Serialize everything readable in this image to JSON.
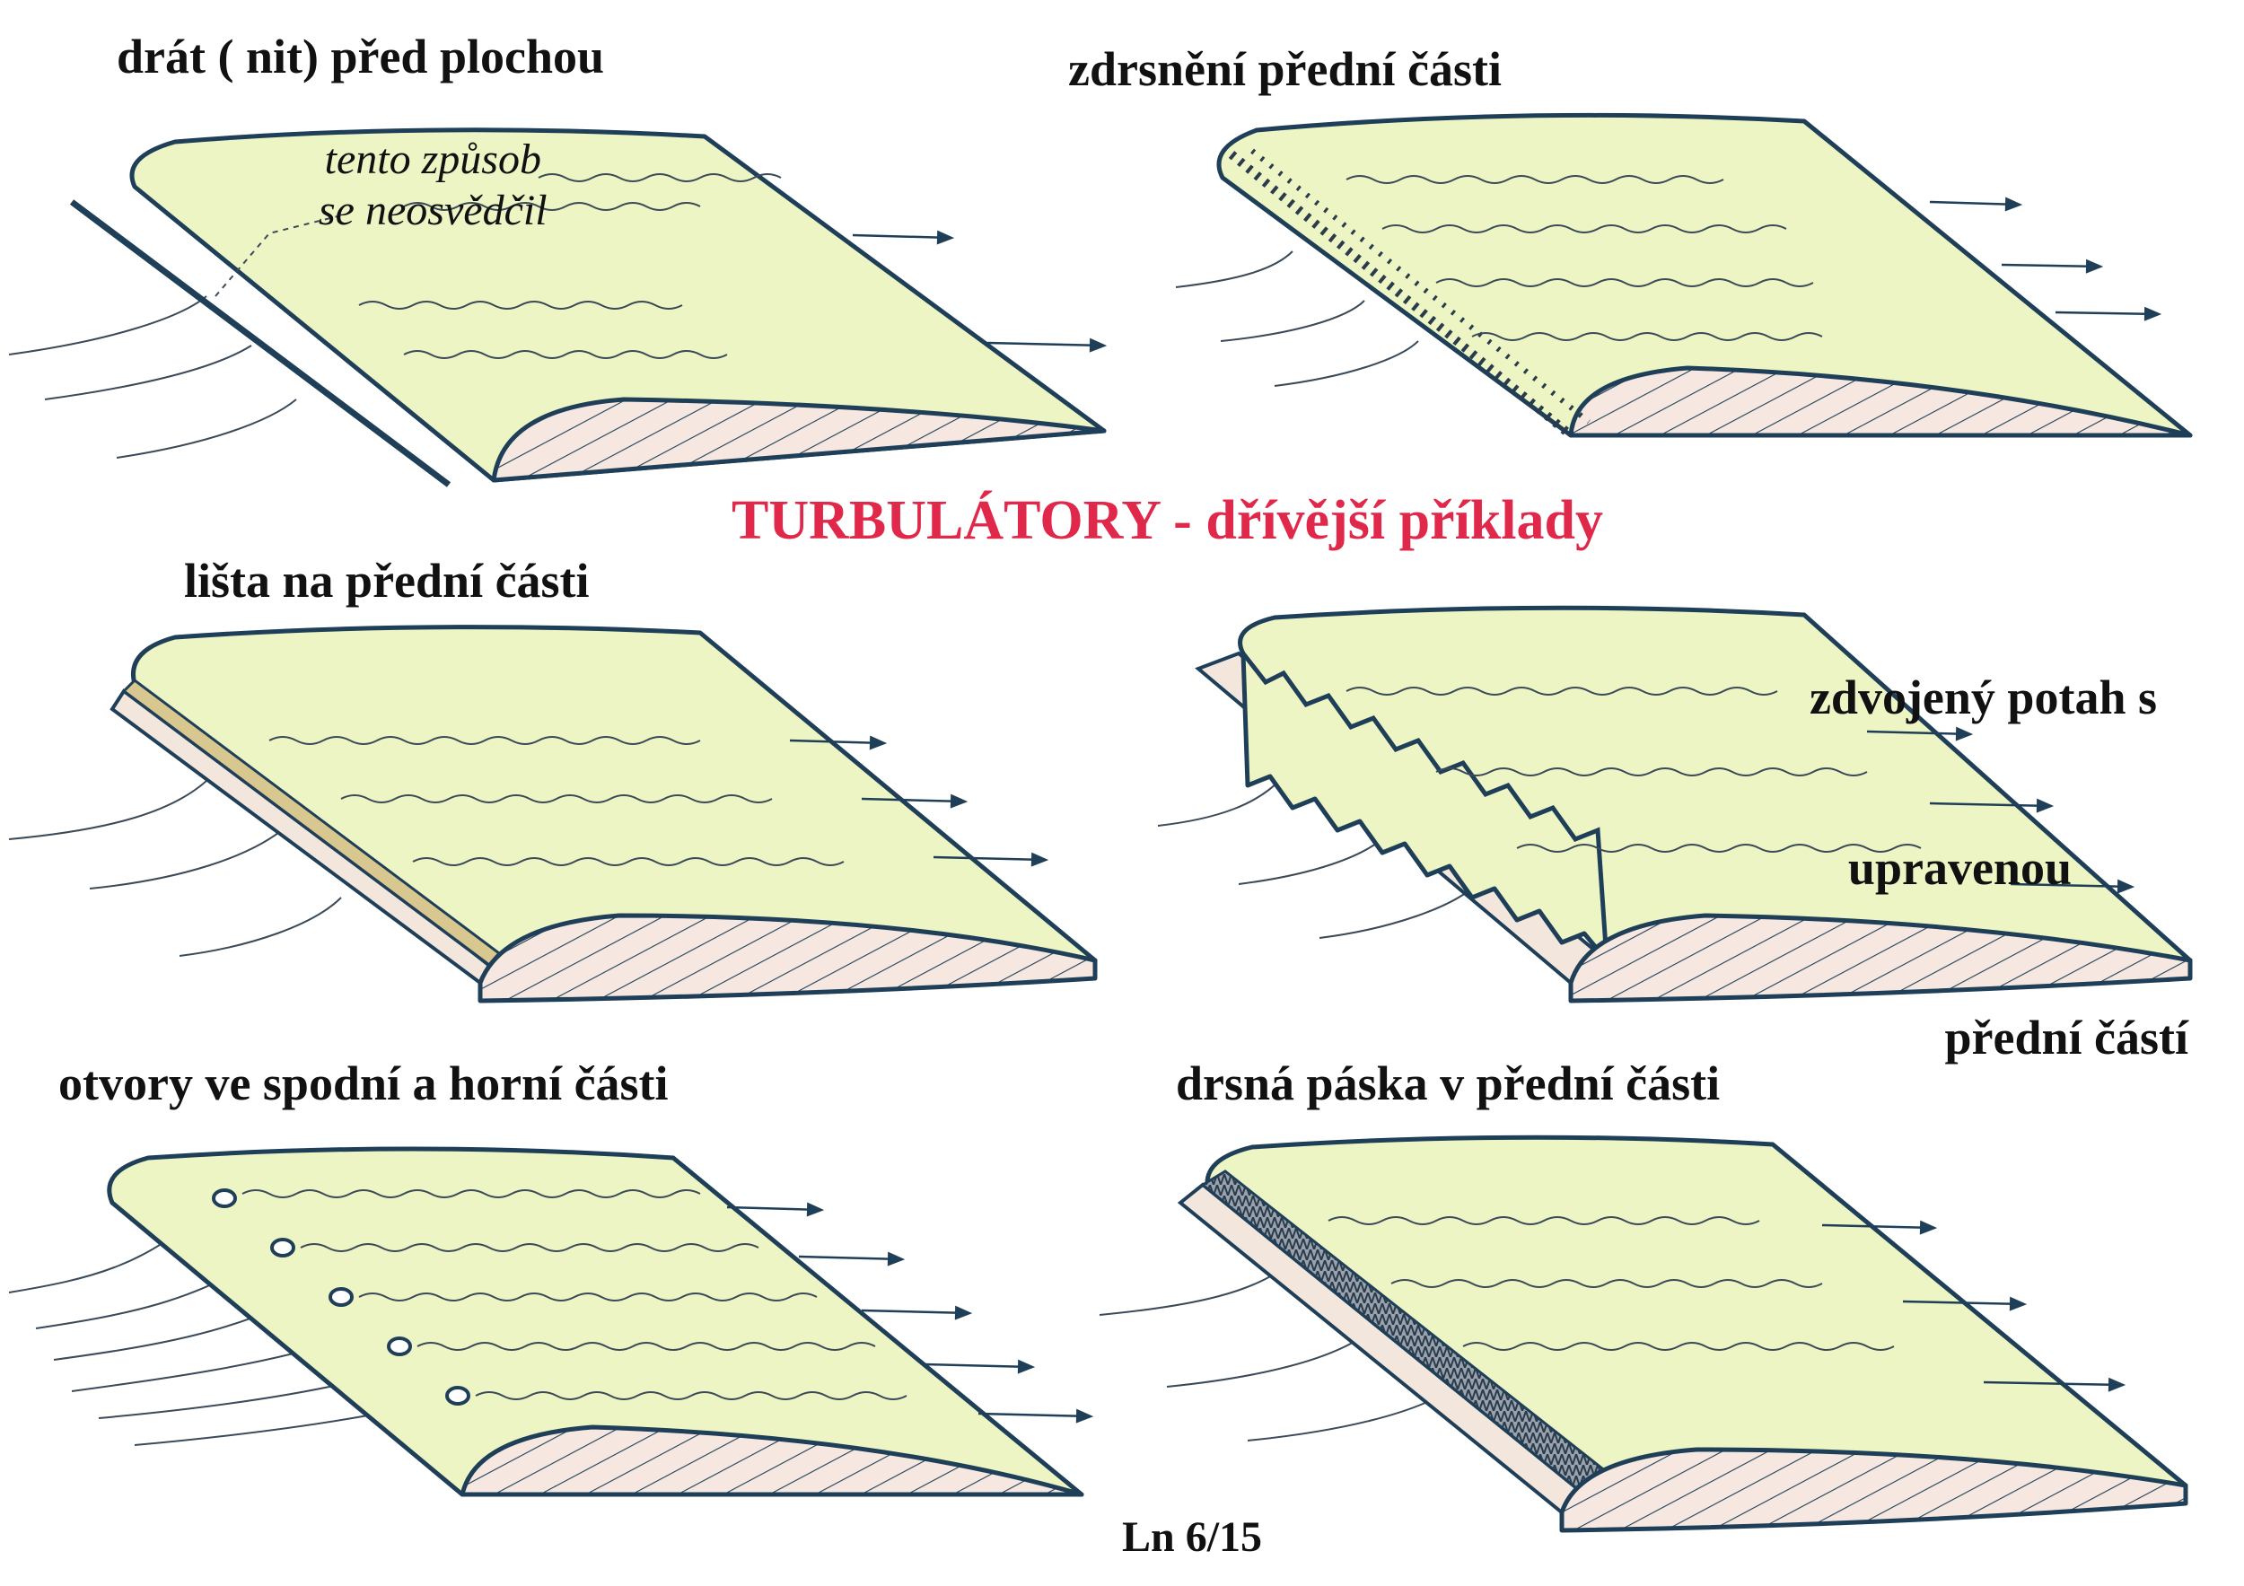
{
  "main_title": "TURBULÁTORY  - dřívější příklady",
  "page_number": "Ln 6/15",
  "colors": {
    "wing_fill": "#eef5c4",
    "outline": "#1f3f59",
    "hatch_fill": "#f6e8e0",
    "band_fill": "#f3e6dd",
    "strip_fill": "#d8c890",
    "title_accent": "#e0284a",
    "flow_line": "#34495e"
  },
  "panels": [
    {
      "id": "wire",
      "title": "drát ( nit) před plochou",
      "note_line1": "tento způsob",
      "note_line2": "se neosvědčil"
    },
    {
      "id": "rough",
      "title": "zdrsnění přední části"
    },
    {
      "id": "strip",
      "title": "lišta na přední části"
    },
    {
      "id": "double",
      "title_line1": "zdvojený potah s",
      "title_line2": "upravenou",
      "title_line3": "přední částí"
    },
    {
      "id": "holes",
      "title": "otvory ve spodní a horní části"
    },
    {
      "id": "tape",
      "title": "drsná páska v přední části"
    }
  ]
}
